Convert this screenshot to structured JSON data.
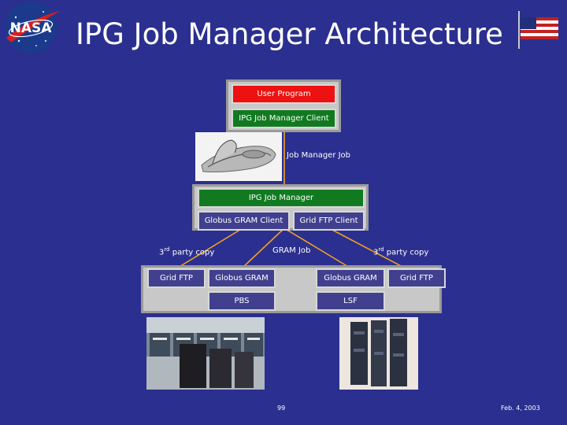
{
  "title": "IPG Job Manager Architecture",
  "logo": {
    "text": "NASA",
    "icon": "nasa-meatball-logo"
  },
  "flag": {
    "icon": "us-flag-icon"
  },
  "boxes": {
    "user_program": "User Program",
    "client": "IPG Job Manager Client",
    "job_manager": "IPG Job Manager",
    "globus_gram_client": "Globus GRAM Client",
    "grid_ftp_client": "Grid FTP Client",
    "grid_ftp_left": "Grid FTP",
    "globus_gram_left": "Globus GRAM",
    "pbs": "PBS",
    "globus_gram_right": "Globus GRAM",
    "lsf": "LSF",
    "grid_ftp_right": "Grid FTP"
  },
  "labels": {
    "job_manager_job": "Job Manager Job",
    "third_party_left_main": "3",
    "third_party_left_sup": "rd",
    "third_party_left_rest": " party copy",
    "gram_job": "GRAM Job",
    "third_party_right_main": "3",
    "third_party_right_sup": "rd",
    "third_party_right_rest": " party copy"
  },
  "footer": {
    "page_number": "99",
    "date": "Feb. 4, 2003"
  },
  "colors": {
    "background": "#2b2f8f",
    "panel": "#c8c8c8",
    "green_box": "#117a20",
    "red_box": "#ee1111",
    "connector": "#f0a020"
  }
}
